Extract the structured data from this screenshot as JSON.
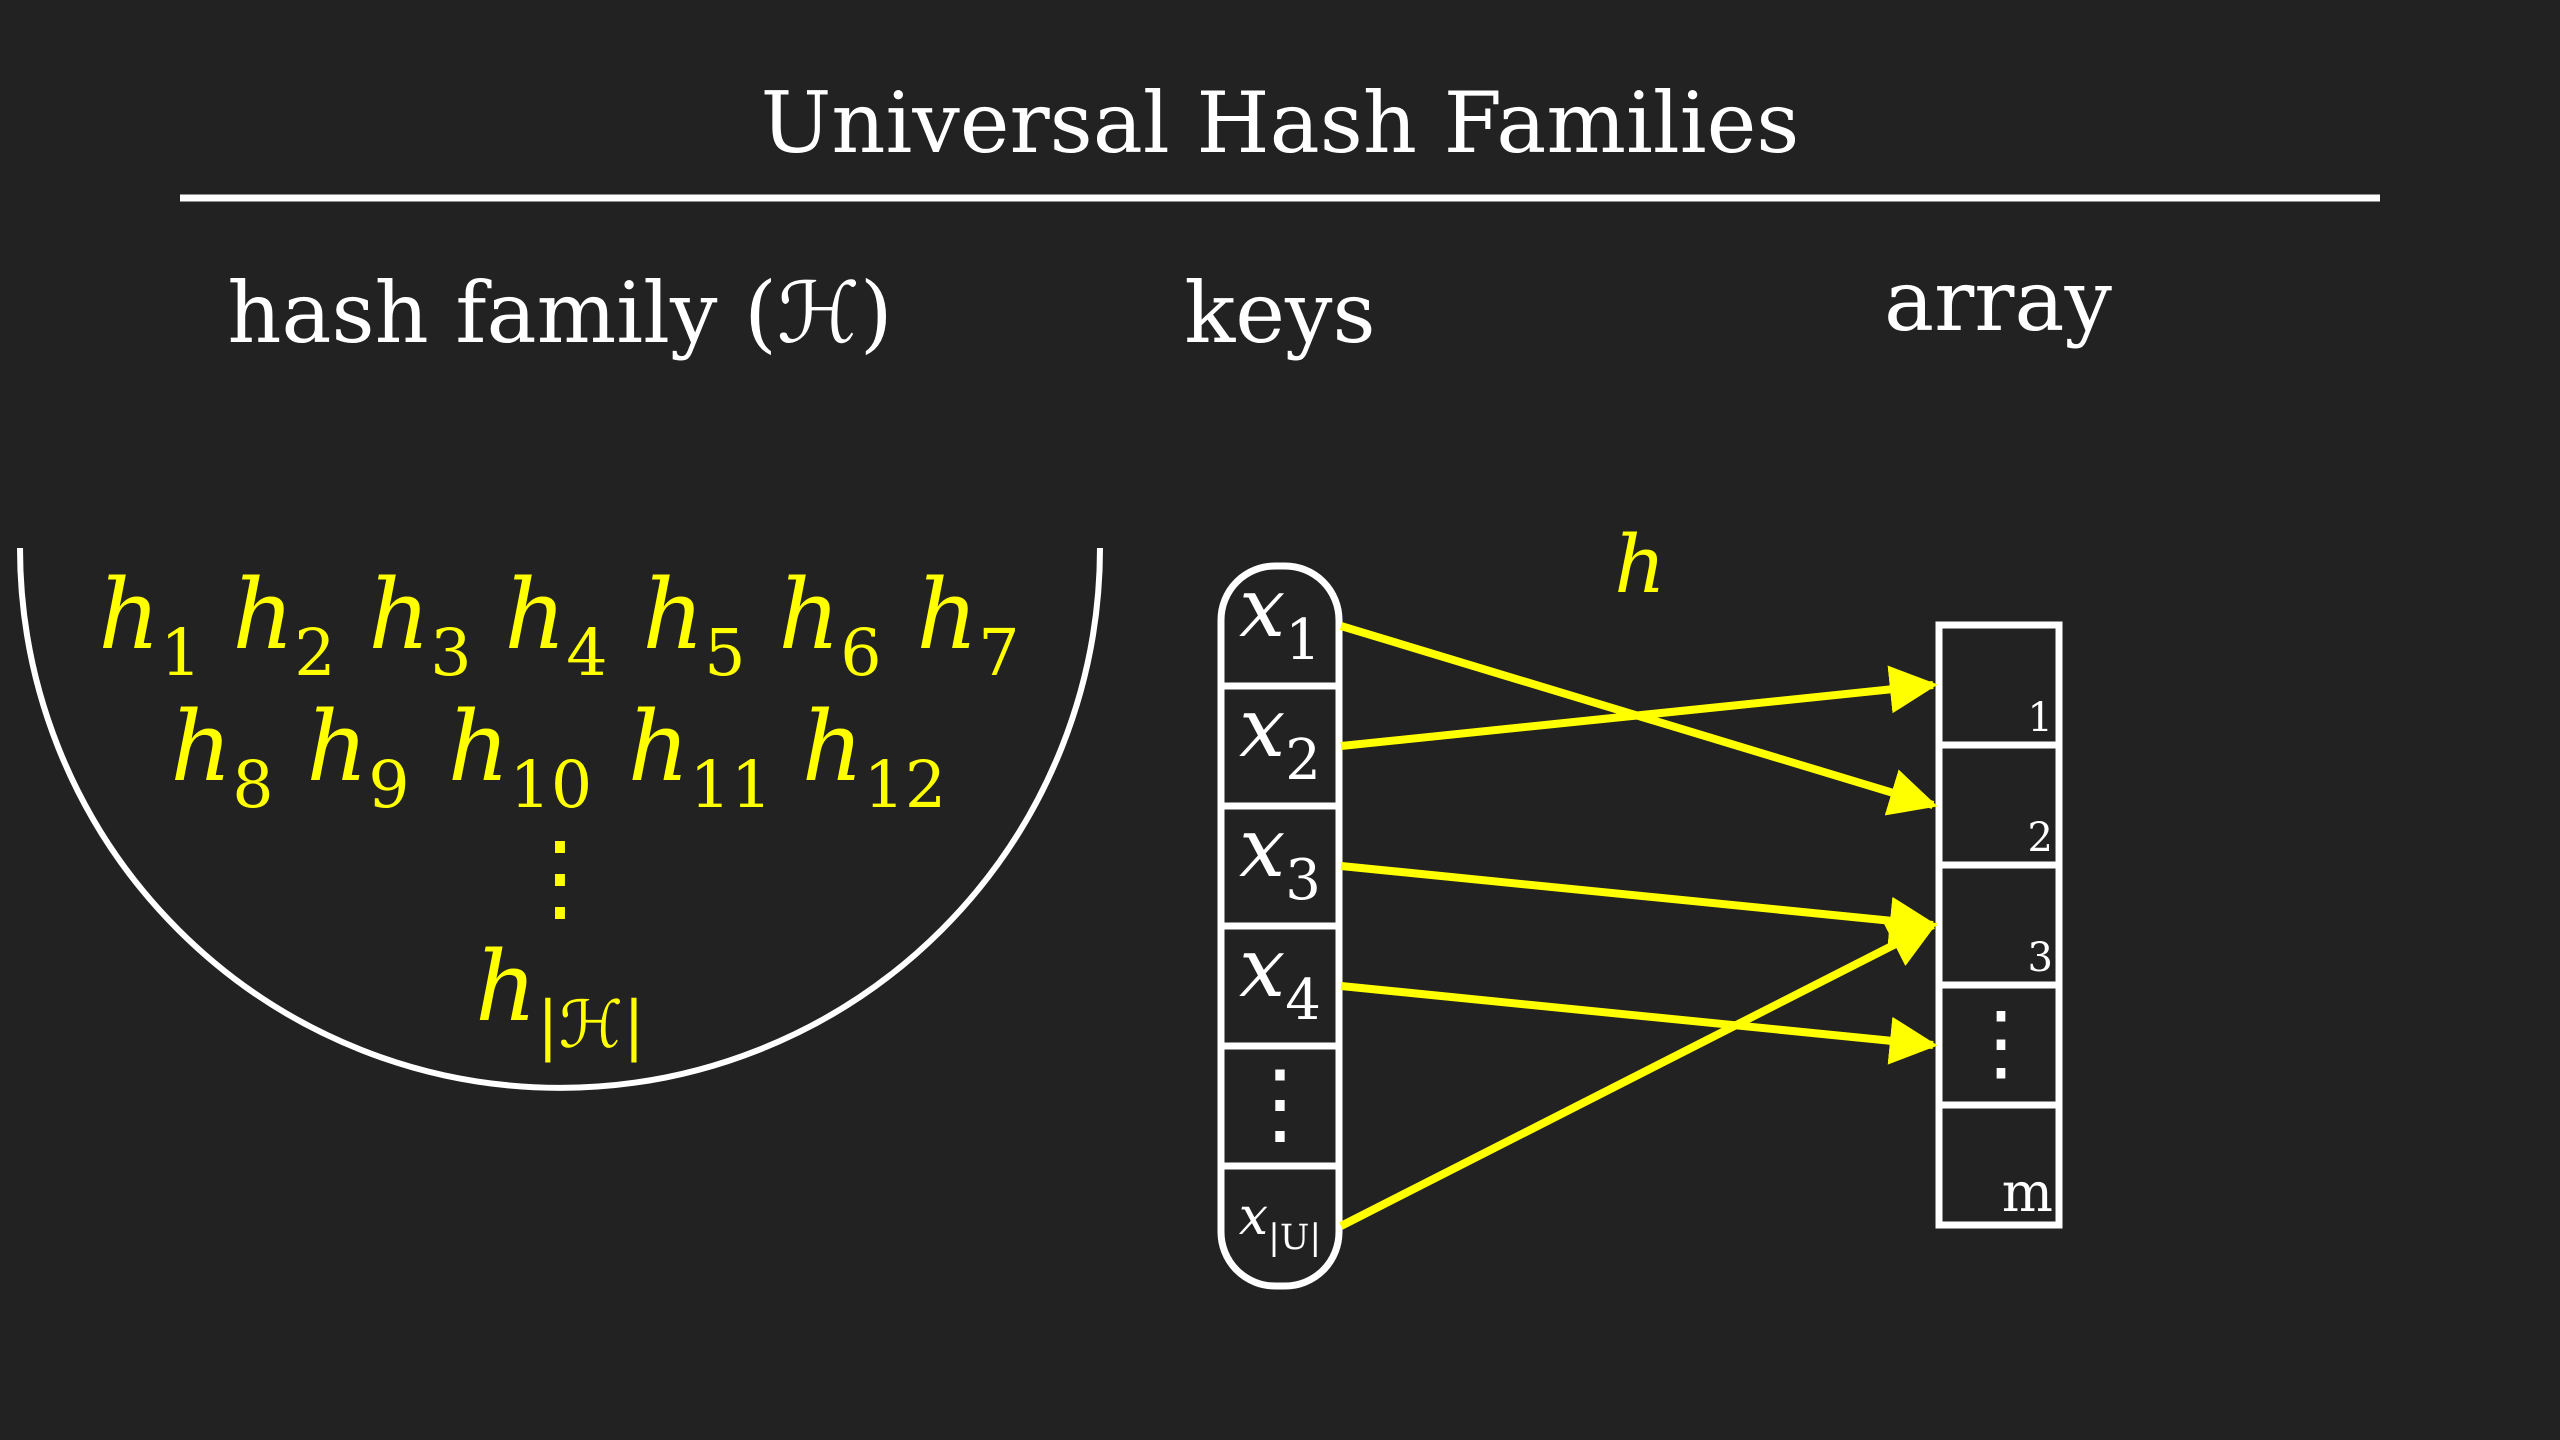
{
  "title": "Universal Hash Families",
  "colors": {
    "background": "#222222",
    "foreground": "#ffffff",
    "accent": "#ffff00"
  },
  "hash_family": {
    "heading": "hash family (ℋ)",
    "functions_row1": [
      {
        "base": "h",
        "sub": "1"
      },
      {
        "base": "h",
        "sub": "2"
      },
      {
        "base": "h",
        "sub": "3"
      },
      {
        "base": "h",
        "sub": "4"
      },
      {
        "base": "h",
        "sub": "5"
      },
      {
        "base": "h",
        "sub": "6"
      },
      {
        "base": "h",
        "sub": "7"
      }
    ],
    "functions_row2": [
      {
        "base": "h",
        "sub": "8"
      },
      {
        "base": "h",
        "sub": "9"
      },
      {
        "base": "h",
        "sub": "10"
      },
      {
        "base": "h",
        "sub": "11"
      },
      {
        "base": "h",
        "sub": "12"
      }
    ],
    "ellipsis": "⋮",
    "last": {
      "base": "h",
      "sub": "|ℋ|"
    }
  },
  "keys": {
    "heading": "keys",
    "cells": [
      {
        "base": "x",
        "sub": "1"
      },
      {
        "base": "x",
        "sub": "2"
      },
      {
        "base": "x",
        "sub": "3"
      },
      {
        "base": "x",
        "sub": "4"
      },
      {
        "base": "",
        "sub": "",
        "ellipsis": "⋮"
      },
      {
        "base": "x",
        "sub": "|U|"
      }
    ]
  },
  "mapping": {
    "label": "h",
    "arrows": [
      {
        "from_key": 0,
        "to_slot": 1
      },
      {
        "from_key": 1,
        "to_slot": 0
      },
      {
        "from_key": 2,
        "to_slot": 2
      },
      {
        "from_key": 3,
        "to_slot": 3
      },
      {
        "from_key": 5,
        "to_slot": 2
      }
    ]
  },
  "array": {
    "heading": "array",
    "cells": [
      {
        "label": "1"
      },
      {
        "label": "2"
      },
      {
        "label": "3"
      },
      {
        "label": "",
        "ellipsis": "⋮"
      },
      {
        "label": "m"
      }
    ]
  }
}
